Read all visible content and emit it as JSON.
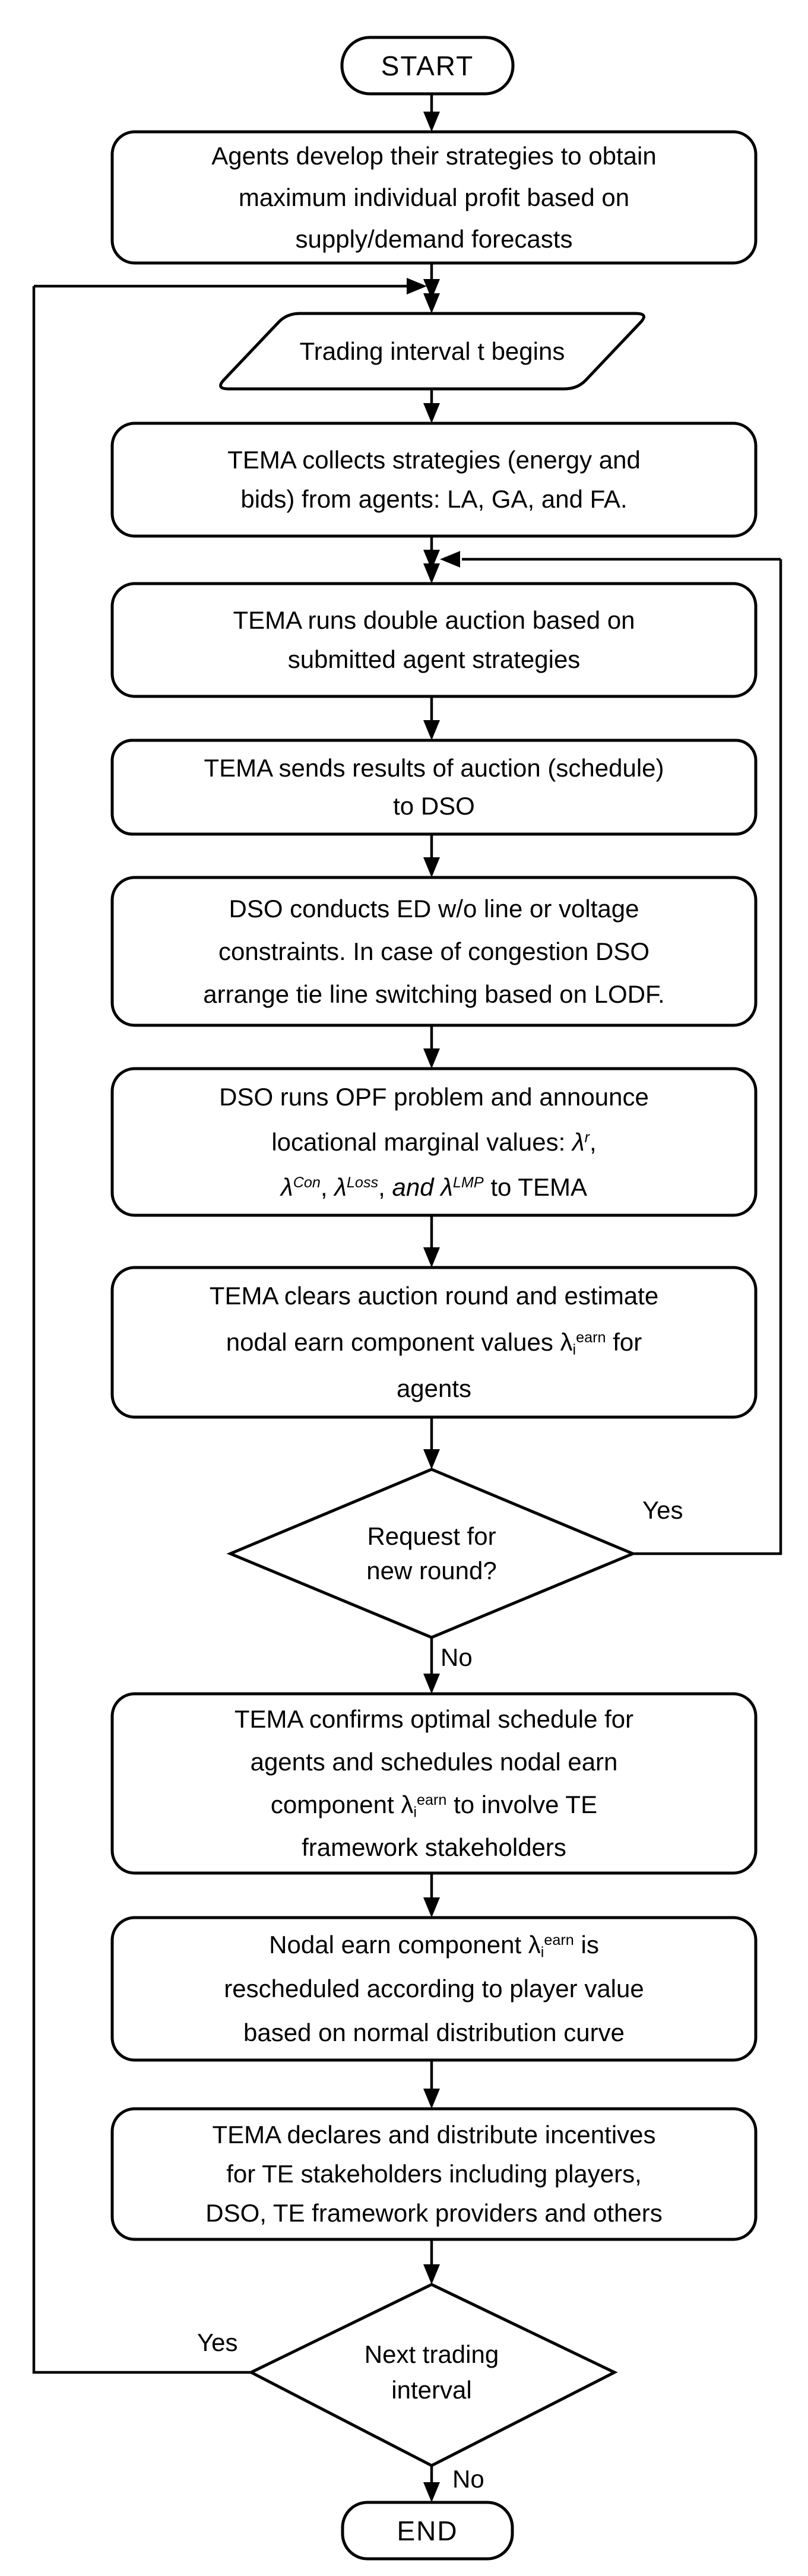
{
  "flowchart": {
    "colors": {
      "line": "#000000",
      "fill": "#ffffff",
      "text": "#000000"
    },
    "start": {
      "label": "START"
    },
    "end": {
      "label": "END"
    },
    "nodes": {
      "develop": {
        "lines": [
          "Agents develop their strategies to obtain",
          "maximum individual profit based on",
          "supply/demand forecasts"
        ]
      },
      "interval_begins": {
        "lines": [
          "Trading interval t begins"
        ]
      },
      "collects": {
        "lines": [
          "TEMA collects strategies (energy and",
          "bids) from agents: LA, GA, and FA."
        ]
      },
      "auction": {
        "lines": [
          "TEMA runs double auction based on",
          "submitted agent strategies"
        ]
      },
      "sends": {
        "lines": [
          "TEMA sends results of auction (schedule)",
          "to DSO"
        ]
      },
      "dso_ed": {
        "lines": [
          "DSO conducts ED w/o line or voltage",
          "constraints. In case of congestion DSO",
          "arrange tie line switching based on LODF."
        ]
      },
      "dso_opf": {
        "lines": [
          "DSO runs OPF problem and announce",
          "locational marginal values: <i>λ<sup>r</sup></i>,",
          "<i>λ<sup>Con</sup></i>, <i>λ<sup>Loss</sup></i>, <i>and</i> <i>λ<sup>LMP</sup></i> to TEMA"
        ]
      },
      "clears": {
        "lines": [
          "TEMA  clears auction round and estimate",
          "nodal earn component values λ<sub>i</sub><sup>earn</sup> for",
          "agents"
        ]
      },
      "confirms": {
        "lines": [
          "TEMA confirms optimal schedule for",
          "agents and schedules nodal earn",
          "component λ<sub>i</sub><sup>earn</sup> to involve TE",
          "framework stakeholders"
        ]
      },
      "nodal": {
        "lines": [
          "Nodal earn component λ<sub>i</sub><sup>earn</sup> is",
          "rescheduled according to player value",
          "based on normal distribution curve"
        ]
      },
      "declares": {
        "lines": [
          "TEMA declares and distribute incentives",
          "for TE stakeholders including players,",
          "DSO, TE framework providers and others"
        ]
      }
    },
    "decisions": {
      "request": {
        "lines": [
          "Request for",
          "new round?"
        ],
        "yes_label": "Yes",
        "no_label": "No"
      },
      "next_interval": {
        "lines": [
          "Next trading",
          "interval"
        ],
        "yes_label": "Yes",
        "no_label": "No"
      }
    }
  }
}
